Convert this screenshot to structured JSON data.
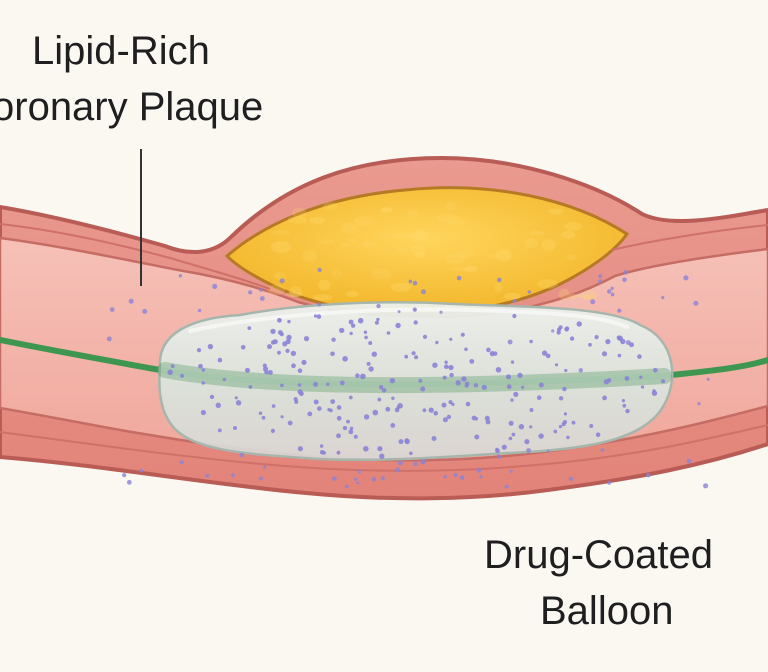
{
  "labels": {
    "plaque_line1": "Lipid-Rich",
    "plaque_line2": "oronary Plaque",
    "balloon_line1": "Drug-Coated",
    "balloon_line2": "Balloon"
  },
  "colors": {
    "background": "#fbf8f2",
    "vessel_wall": "#e58f86",
    "vessel_outline": "#b85c55",
    "lumen": "#f3b3aa",
    "plaque": "#f6bd32",
    "plaque_outline": "#b67a24",
    "balloon": "#d7e2d9",
    "guidewire": "#3f9650",
    "drug_particle": "#8b83d6"
  }
}
